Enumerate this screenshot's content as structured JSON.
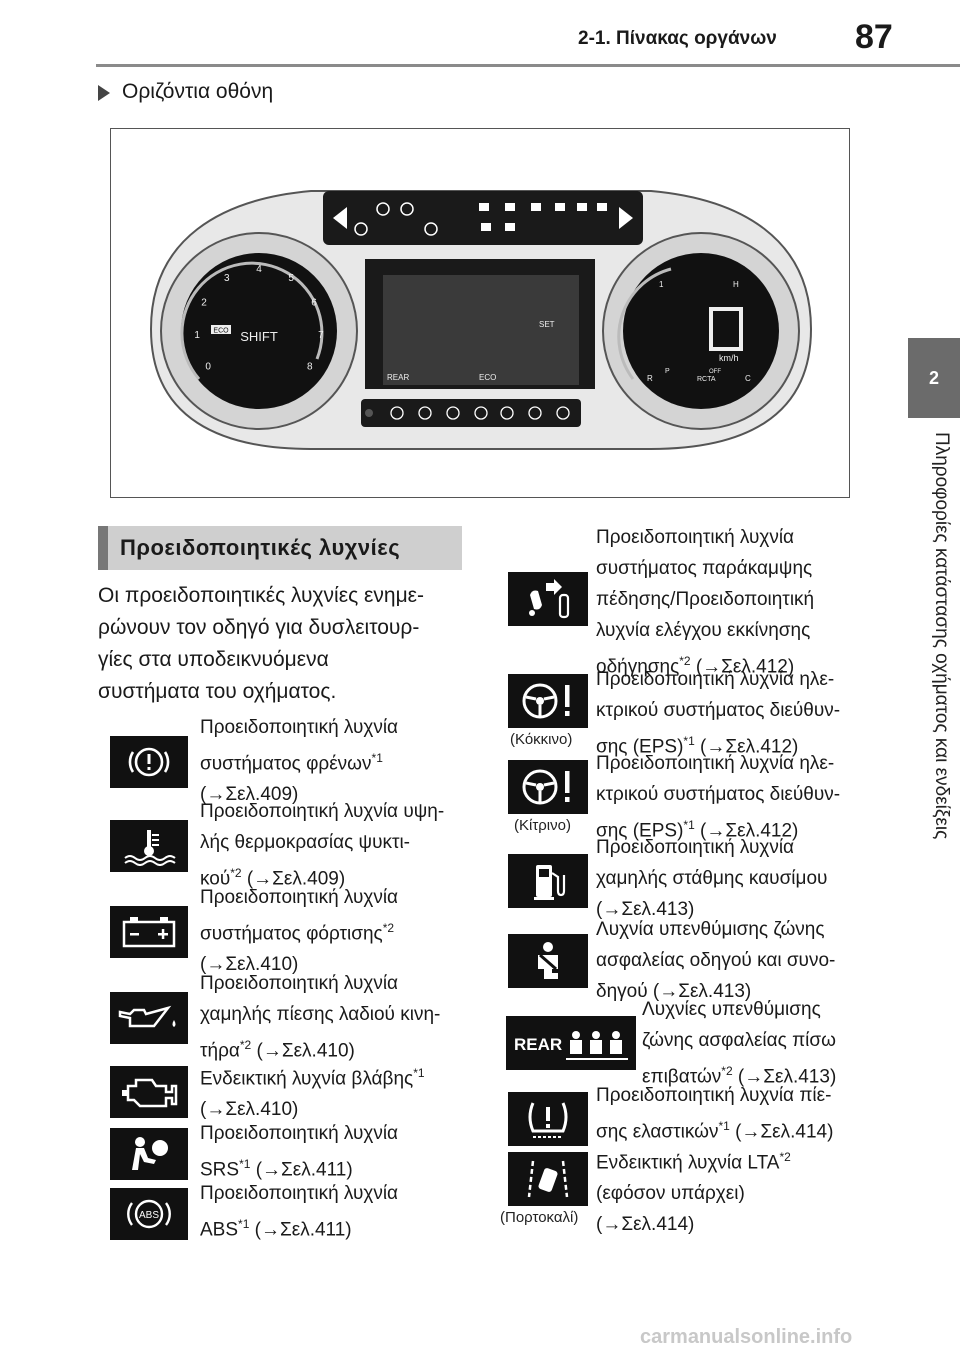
{
  "header": {
    "section_title": "2-1. Πίνακας οργάνων",
    "page_number": "87"
  },
  "side_tab": {
    "chapter_number": "2",
    "chapter_title": "Πληροφορίες κατάστασης οχήματος και ενδείξεις"
  },
  "subheading": "Οριζόντια οθόνη",
  "cluster": {
    "shift_label": "SHIFT",
    "eco_badge": "ECO",
    "tach_ticks": [
      "0",
      "1",
      "2",
      "3",
      "4",
      "5",
      "6",
      "7",
      "8"
    ],
    "screen_set": "SET",
    "screen_rear": "REAR",
    "screen_eco": "ECO",
    "speed_unit": "km/h",
    "off_label": "OFF",
    "rcta_label": "RCTA",
    "fuel_r": "R",
    "temp_c": "C",
    "temp_h": "H",
    "pcs_label": "P",
    "fuel_e": "1"
  },
  "section_heading": "Προειδοποιητικές λυχνίες",
  "intro_text": "Οι προειδοποιητικές λυχνίες ενημερώνουν τον οδηγό για δυσλειτουργίες στα υποδεικνυόμενα συστήματα του οχήματος.",
  "intro_lines": [
    "Οι προειδοποιητικές λυχνίες ενημε-",
    "ρώνουν τον οδηγό για δυσλειτουρ-",
    "γίες στα υποδεικνυόμενα",
    "συστήματα του οχήματος."
  ],
  "left_items": [
    {
      "icon": "brake-warning-icon",
      "lines": [
        "Προειδοποιητική λυχνία",
        "συστήματος φρένων",
        "(→Σελ.409)"
      ],
      "sup": [
        "",
        "*1",
        ""
      ]
    },
    {
      "icon": "coolant-temp-icon",
      "lines": [
        "Προειδοποιητική λυχνία υψη-",
        "λής θερμοκρασίας ψυκτι-",
        "κού",
        " (→Σελ.409)"
      ],
      "sup": [
        "",
        "",
        "*2"
      ]
    },
    {
      "icon": "battery-charging-icon",
      "lines": [
        "Προειδοποιητική λυχνία",
        "συστήματος φόρτισης",
        "(→Σελ.410)"
      ],
      "sup": [
        "",
        "*2",
        ""
      ]
    },
    {
      "icon": "oil-pressure-icon",
      "lines": [
        "Προειδοποιητική λυχνία",
        "χαμηλής πίεσης λαδιού κινη-",
        "τήρα",
        " (→Σελ.410)"
      ],
      "sup": [
        "",
        "",
        "*2"
      ]
    },
    {
      "icon": "check-engine-icon",
      "lines": [
        "Ενδεικτική λυχνία βλάβης",
        "(→Σελ.410)"
      ],
      "sup": [
        "*1",
        ""
      ]
    },
    {
      "icon": "srs-airbag-icon",
      "lines": [
        "Προειδοποιητική λυχνία",
        "SRS",
        " (→Σελ.411)"
      ],
      "sup": [
        "",
        "*1"
      ]
    },
    {
      "icon": "abs-icon",
      "lines": [
        "Προειδοποιητική λυχνία",
        "ABS",
        " (→Σελ.411)"
      ],
      "sup": [
        "",
        "*1"
      ]
    }
  ],
  "right_items": [
    {
      "icon": "pedal-misapplication-icon",
      "caption": "",
      "lines": [
        "Προειδοποιητική λυχνία",
        "συστήματος παράκαμψης",
        "πέδησης/Προειδοποιητική",
        "λυχνία ελέγχου εκκίνησης",
        "οδήγησης",
        " (→Σελ.412)"
      ],
      "sup": [
        "",
        "",
        "",
        "",
        "*2"
      ]
    },
    {
      "icon": "eps-red-icon",
      "caption": "(Κόκκινο)",
      "lines": [
        "Προειδοποιητική λυχνία ηλε-",
        "κτρικού συστήματος διεύθυν-",
        "σης (EPS)",
        " (→Σελ.412)"
      ],
      "sup": [
        "",
        "",
        "*1"
      ]
    },
    {
      "icon": "eps-yellow-icon",
      "caption": "(Κίτρινο)",
      "lines": [
        "Προειδοποιητική λυχνία ηλε-",
        "κτρικού συστήματος διεύθυν-",
        "σης (EPS)",
        " (→Σελ.412)"
      ],
      "sup": [
        "",
        "",
        "*1"
      ]
    },
    {
      "icon": "low-fuel-icon",
      "caption": "",
      "lines": [
        "Προειδοποιητική λυχνία",
        "χαμηλής στάθμης καυσίμου",
        "(→Σελ.413)"
      ],
      "sup": [
        "",
        "",
        ""
      ]
    },
    {
      "icon": "seatbelt-icon",
      "caption": "",
      "lines": [
        "Λυχνία υπενθύμισης ζώνης",
        "ασφαλείας οδηγού και συνο-",
        "δηγού (→Σελ.413)"
      ],
      "sup": [
        "",
        "",
        ""
      ]
    },
    {
      "icon": "rear-seatbelt-icon",
      "caption": "",
      "rear_label": "REAR",
      "lines": [
        "Λυχνίες υπενθύμισης",
        "ζώνης ασφαλείας πίσω",
        "επιβατών",
        " (→Σελ.413)"
      ],
      "sup": [
        "",
        "",
        "*2"
      ]
    },
    {
      "icon": "tire-pressure-icon",
      "caption": "",
      "lines": [
        "Προειδοποιητική λυχνία πίε-",
        "σης ελαστικών",
        " (→Σελ.414)"
      ],
      "sup": [
        "",
        "*1"
      ]
    },
    {
      "icon": "lta-icon",
      "caption": "(Πορτοκαλί)",
      "lines": [
        "Ενδεικτική λυχνία LTA",
        "(εφόσον υπάρχει)",
        "(→Σελ.414)"
      ],
      "sup": [
        "*2",
        "",
        ""
      ]
    }
  ],
  "footer": "carmanualsonline.info"
}
